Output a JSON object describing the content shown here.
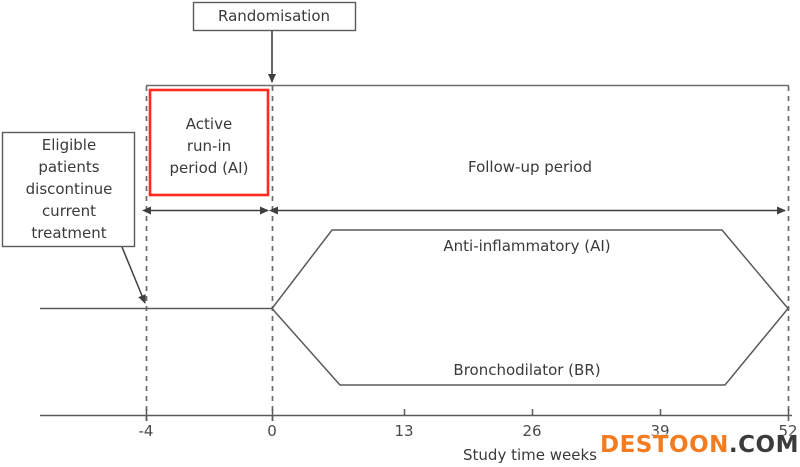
{
  "figure": {
    "type": "study-design-timeline",
    "title_box": {
      "label": "Randomisation"
    },
    "left_box": {
      "label": "Eligible\npatients\ndiscontinue\ncurrent\ntreatment"
    },
    "run_in_box": {
      "label": "Active\nrun-in\nperiod (AI)",
      "border_color": "#ff2a1f",
      "start_week": -4,
      "end_week": 0
    },
    "follow_up": {
      "label": "Follow-up period",
      "start_week": 0,
      "end_week": 52
    },
    "arms": [
      {
        "name": "Anti-inflammatory (AI)",
        "position": "upper"
      },
      {
        "name": "Bronchodilator (BR)",
        "position": "lower"
      }
    ],
    "axis": {
      "label": "Study time weeks",
      "ticks": [
        {
          "value": "-4",
          "week": -4
        },
        {
          "value": "0",
          "week": 0
        },
        {
          "value": "13",
          "week": 13
        },
        {
          "value": "26",
          "week": 26
        },
        {
          "value": "39",
          "week": 39
        },
        {
          "value": "52",
          "week": 52
        }
      ],
      "range": [
        -4,
        52
      ]
    },
    "colors": {
      "line": "#4d4d4d",
      "text": "#3a3a3a",
      "accent": "#ff2a1f",
      "dashed": "#6b6b6b"
    }
  },
  "watermark": {
    "part_a": "DESTOON",
    "part_b": ".COM",
    "color_a": "#f47c20",
    "color_b": "#3b3b3b"
  },
  "chart_data": {
    "type": "table",
    "title": "Study design: active run-in and follow-up periods",
    "xlabel": "Study time weeks",
    "ylabel": "",
    "xlim": [
      -4,
      52
    ],
    "grid": false,
    "legend": "none",
    "categories": [
      "Active run-in period (AI)",
      "Follow-up period",
      "Anti-inflammatory (AI)",
      "Bronchodilator (BR)"
    ],
    "series": [
      {
        "name": "Active run-in period (AI)",
        "start_week": -4,
        "end_week": 0
      },
      {
        "name": "Follow-up period",
        "start_week": 0,
        "end_week": 52
      },
      {
        "name": "Anti-inflammatory (AI)",
        "start_week": 0,
        "end_week": 52
      },
      {
        "name": "Bronchodilator (BR)",
        "start_week": 0,
        "end_week": 52
      }
    ],
    "annotations": [
      "Randomisation at week 0",
      "Eligible patients discontinue current treatment before week -4"
    ]
  }
}
